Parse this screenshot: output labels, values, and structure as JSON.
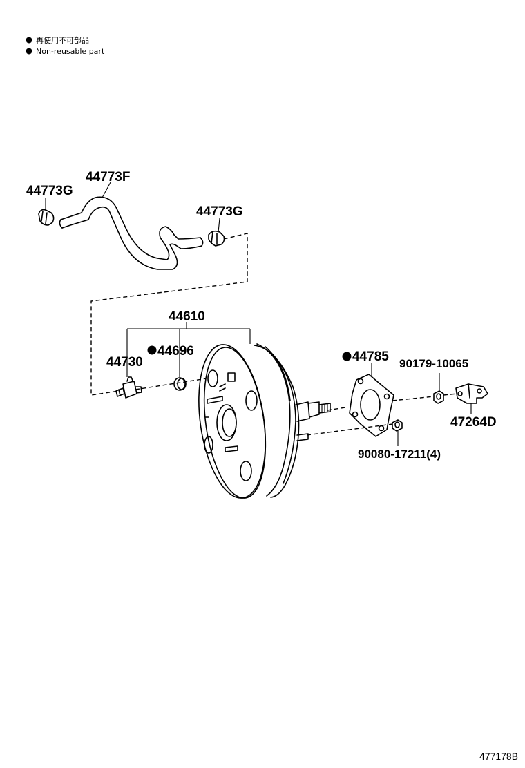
{
  "legend": [
    {
      "marker": "●",
      "text": "再使用不可部品"
    },
    {
      "marker": "●",
      "text": "Non-reusable part"
    }
  ],
  "parts": {
    "clamp_left": "44773G",
    "hose": "44773F",
    "clamp_right": "44773G",
    "booster_assy": "44610",
    "check_valve": "44730",
    "grommet": "44696",
    "gasket": "44785",
    "nut_bracket": "90179-10065",
    "bracket": "47264D",
    "nut": "90080-17211(4)"
  },
  "non_reusable_marker": "●",
  "figure_id": "477178B",
  "colors": {
    "ink": "#000000",
    "paper": "#ffffff"
  }
}
